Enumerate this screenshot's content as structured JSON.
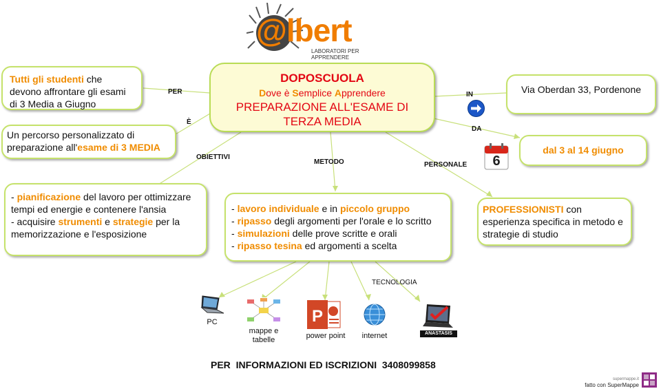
{
  "logo": {
    "text": "@lbert",
    "subtitle": "LABORATORI PER APPRENDERE"
  },
  "center": {
    "title": "DOPOSCUOLA",
    "acronym": [
      {
        "cap": "D",
        "rest": "ove è "
      },
      {
        "cap": "S",
        "rest": "emplice "
      },
      {
        "cap": "A",
        "rest": "pprendere"
      }
    ],
    "subtitle": "PREPARAZIONE ALL'ESAME DI TERZA MEDIA"
  },
  "links": {
    "per": "PER",
    "e": "È",
    "obiettivi": "OBIETTIVI",
    "metodo": "METODO",
    "personale": "PERSONALE",
    "in": "IN",
    "da": "DA",
    "tecnologia": "TECNOLOGIA"
  },
  "node_per": {
    "hl": "Tutti gli studenti",
    "text": " che devono affrontare gli esami di 3 Media a Giugno"
  },
  "node_e": {
    "text": "Un percorso personalizzato di preparazione all'",
    "hl": "esame di 3 MEDIA"
  },
  "node_in": {
    "text": "Via Oberdan 33, Pordenone"
  },
  "node_da": {
    "text": "dal 3 al 14 giugno"
  },
  "calendar_day": "6",
  "node_obiettivi": {
    "l1_pre": "- ",
    "l1_hl": "pianificazione",
    "l1_post": " del lavoro per ottimizzare tempi ed energie e contenere l'ansia",
    "l2_pre": "- acquisire ",
    "l2_hl1": "strumenti",
    "l2_mid": " e ",
    "l2_hl2": "strategie",
    "l2_post": " per la memorizzazione e l'esposizione"
  },
  "node_metodo": {
    "r1_pre": "- ",
    "r1_hl1": "lavoro individuale",
    "r1_mid": " e  in ",
    "r1_hl2": "piccolo gruppo",
    "r2_pre": "- ",
    "r2_hl": "ripasso",
    "r2_post": " degli argomenti per l'orale e lo scritto",
    "r3_pre": "- ",
    "r3_hl": "simulazioni",
    "r3_post": " delle prove scritte e orali",
    "r4_pre": "- ",
    "r4_hl": "ripasso tesina",
    "r4_post": " ed argomenti a scelta"
  },
  "node_personale": {
    "hl": "PROFESSIONISTI",
    "text": " con esperienza specifica in  metodo e strategie di studio"
  },
  "tech": {
    "pc": "PC",
    "mappe": "mappe e tabelle",
    "ppt": "power point",
    "internet": "internet",
    "anastasis": "ANASTASIS"
  },
  "footer": "PER  INFORMAZIONI ED ISCRIZIONI  3408099858",
  "supermappe": {
    "small": "supermappe.it",
    "big": "fatto con SuperMappe"
  },
  "colors": {
    "accent": "#f08c00",
    "red": "#e30613",
    "node_border": "#c5e26a",
    "center_bg": "#fdfbd5"
  }
}
